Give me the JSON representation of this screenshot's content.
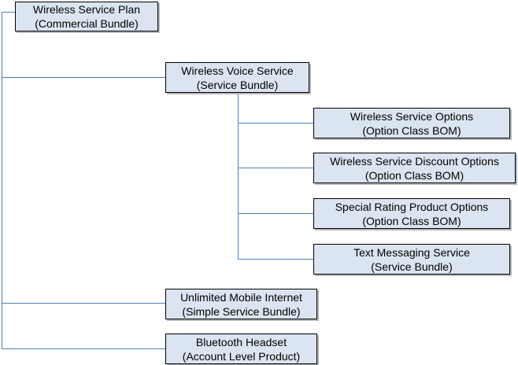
{
  "colors": {
    "box_fill": "#dbe5f1",
    "box_border": "#000000",
    "connector": "#4f81bd"
  },
  "nodes": {
    "root": {
      "title": "Wireless Service Plan",
      "subtitle": "(Commercial Bundle)"
    },
    "voice": {
      "title": "Wireless Voice Service",
      "subtitle": "(Service Bundle)"
    },
    "options": {
      "title": "Wireless Service Options",
      "subtitle": "(Option Class BOM)"
    },
    "discount": {
      "title": "Wireless Service Discount Options",
      "subtitle": "(Option Class BOM)"
    },
    "rating": {
      "title": "Special Rating Product Options",
      "subtitle": "(Option Class BOM)"
    },
    "text": {
      "title": "Text Messaging Service",
      "subtitle": "(Service Bundle)"
    },
    "internet": {
      "title": "Unlimited Mobile Internet",
      "subtitle": "(Simple Service Bundle)"
    },
    "bluetooth": {
      "title": "Bluetooth Headset",
      "subtitle": "(Account Level Product)"
    }
  }
}
